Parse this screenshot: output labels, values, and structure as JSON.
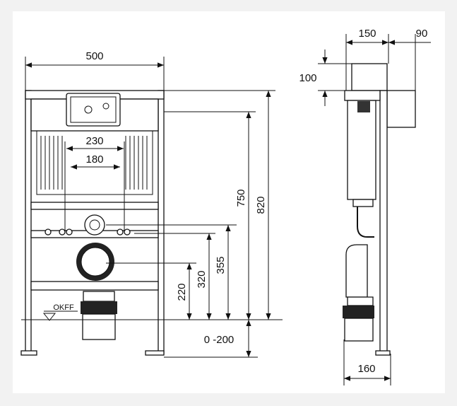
{
  "front_view": {
    "width_total": "500",
    "flush_plate_width": "230",
    "mount_spacing": "180",
    "height_750": "750",
    "height_820": "820",
    "height_355": "355",
    "height_320": "320",
    "height_220": "220",
    "foot_adjust": "0 -200",
    "floor_label": "OKFF"
  },
  "side_view": {
    "depth_150": "150",
    "depth_90": "90",
    "height_100": "100",
    "pipe_160": "160"
  }
}
